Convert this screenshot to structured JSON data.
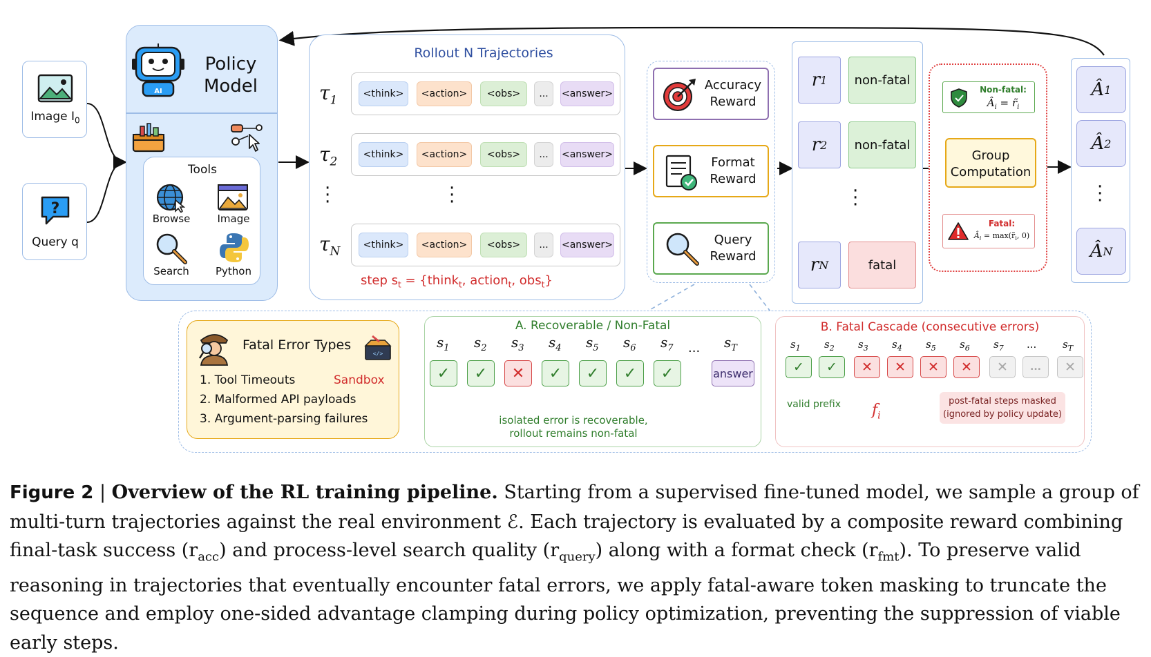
{
  "inputs": {
    "image_label": "Image I",
    "image_sub": "0",
    "query_label": "Query q"
  },
  "policy": {
    "title_line1": "Policy",
    "title_line2": "Model",
    "robot_badge": "AI",
    "tools_title": "Tools",
    "tools": [
      "Browse",
      "Image",
      "Search",
      "Python"
    ]
  },
  "rollout": {
    "title": "Rollout N Trajectories",
    "tokens": [
      "<think>",
      "<action>",
      "<obs>",
      "...",
      "<answer>"
    ],
    "tau_symbol": "τ",
    "tau_subs": [
      "1",
      "2",
      "N"
    ],
    "step_text_prefix": "step s",
    "step_sub": "t",
    "step_text_mid1": " = {think",
    "step_text_mid2": ", action",
    "step_text_mid3": ", obs",
    "step_text_end": "}"
  },
  "rewards": [
    {
      "line1": "Accuracy",
      "line2": "Reward",
      "color": "#8e6fb0"
    },
    {
      "line1": "Format",
      "line2": "Reward",
      "color": "#e6a817"
    },
    {
      "line1": "Query",
      "line2": "Reward",
      "color": "#5aa84e"
    }
  ],
  "reward_results": {
    "r_symbol": "r",
    "r_subs": [
      "1",
      "2",
      "N"
    ],
    "status": [
      "non-fatal",
      "non-fatal",
      "fatal"
    ]
  },
  "group": {
    "nonfatal_title": "Non-fatal:",
    "nonfatal_formula": "Â",
    "fatal_title": "Fatal:",
    "fatal_formula": "max(r̃",
    "box_line1": "Group",
    "box_line2": "Computation"
  },
  "advantages": {
    "symbol": "Â",
    "subs": [
      "1",
      "2",
      "N"
    ]
  },
  "fatal_types": {
    "title": "Fatal Error Types",
    "items": [
      "1. Tool Timeouts",
      "2. Malformed API payloads",
      "3. Argument-parsing failures"
    ],
    "sandbox": "Sandbox"
  },
  "recoverable": {
    "title": "A. Recoverable / Non-Fatal",
    "step_symbol": "s",
    "step_subs": [
      "1",
      "2",
      "3",
      "4",
      "5",
      "6",
      "7",
      "T"
    ],
    "ellipsis": "...",
    "answer": "answer",
    "note_line1": "isolated error is recoverable,",
    "note_line2": "rollout remains non-fatal"
  },
  "cascade": {
    "title": "B. Fatal Cascade (consecutive errors)",
    "step_subs": [
      "1",
      "2",
      "3",
      "4",
      "5",
      "6",
      "7",
      "T"
    ],
    "ellipsis": "...",
    "valid_prefix": "valid prefix",
    "fi_symbol": "f",
    "fi_sub": "i",
    "masked_line1": "post-fatal steps masked",
    "masked_line2": "(ignored by policy update)"
  },
  "caption": {
    "lead": "Figure 2",
    "sep": " | ",
    "bold": "Overview of the RL training pipeline.",
    "line1": " Starting from a supervised fine-tuned model, we sample a group of",
    "line2": "multi-turn trajectories against the real environment ℰ. Each trajectory is evaluated by a composite reward combining",
    "line3a": "final-task success (r",
    "line3a_sub": "acc",
    "line3b": ") and process-level search quality (r",
    "line3b_sub": "query",
    "line3c": ") along with a format check (r",
    "line3c_sub": "fmt",
    "line3d": "). To preserve valid",
    "line4": "reasoning in trajectories that eventually encounter fatal errors, we apply fatal-aware token masking to truncate the",
    "line5": "sequence and employ one-sided advantage clamping during policy optimization, preventing the suppression of viable",
    "line6": "early steps."
  },
  "colors": {
    "policy_bg": "#dcebfc",
    "blue_border": "#9dbce6",
    "fatal_red": "#d83a3a",
    "ok_green": "#2f7d2b",
    "nonfatal_green": "#dcf1d8",
    "fatal_pink": "#fbdede"
  }
}
